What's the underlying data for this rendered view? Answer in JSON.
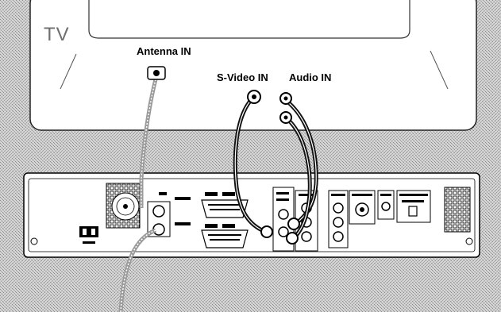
{
  "labels": {
    "tv": "TV",
    "antenna_in": "Antenna IN",
    "s_video_in": "S-Video IN",
    "audio_in": "Audio IN"
  },
  "colors": {
    "background_texture": "#c9c9c9",
    "tv_screen": "#ffffff",
    "device_body": "#ffffff",
    "cable_dark": "#111111",
    "cable_antenna": "#9a9a9a",
    "outline": "#000000"
  }
}
